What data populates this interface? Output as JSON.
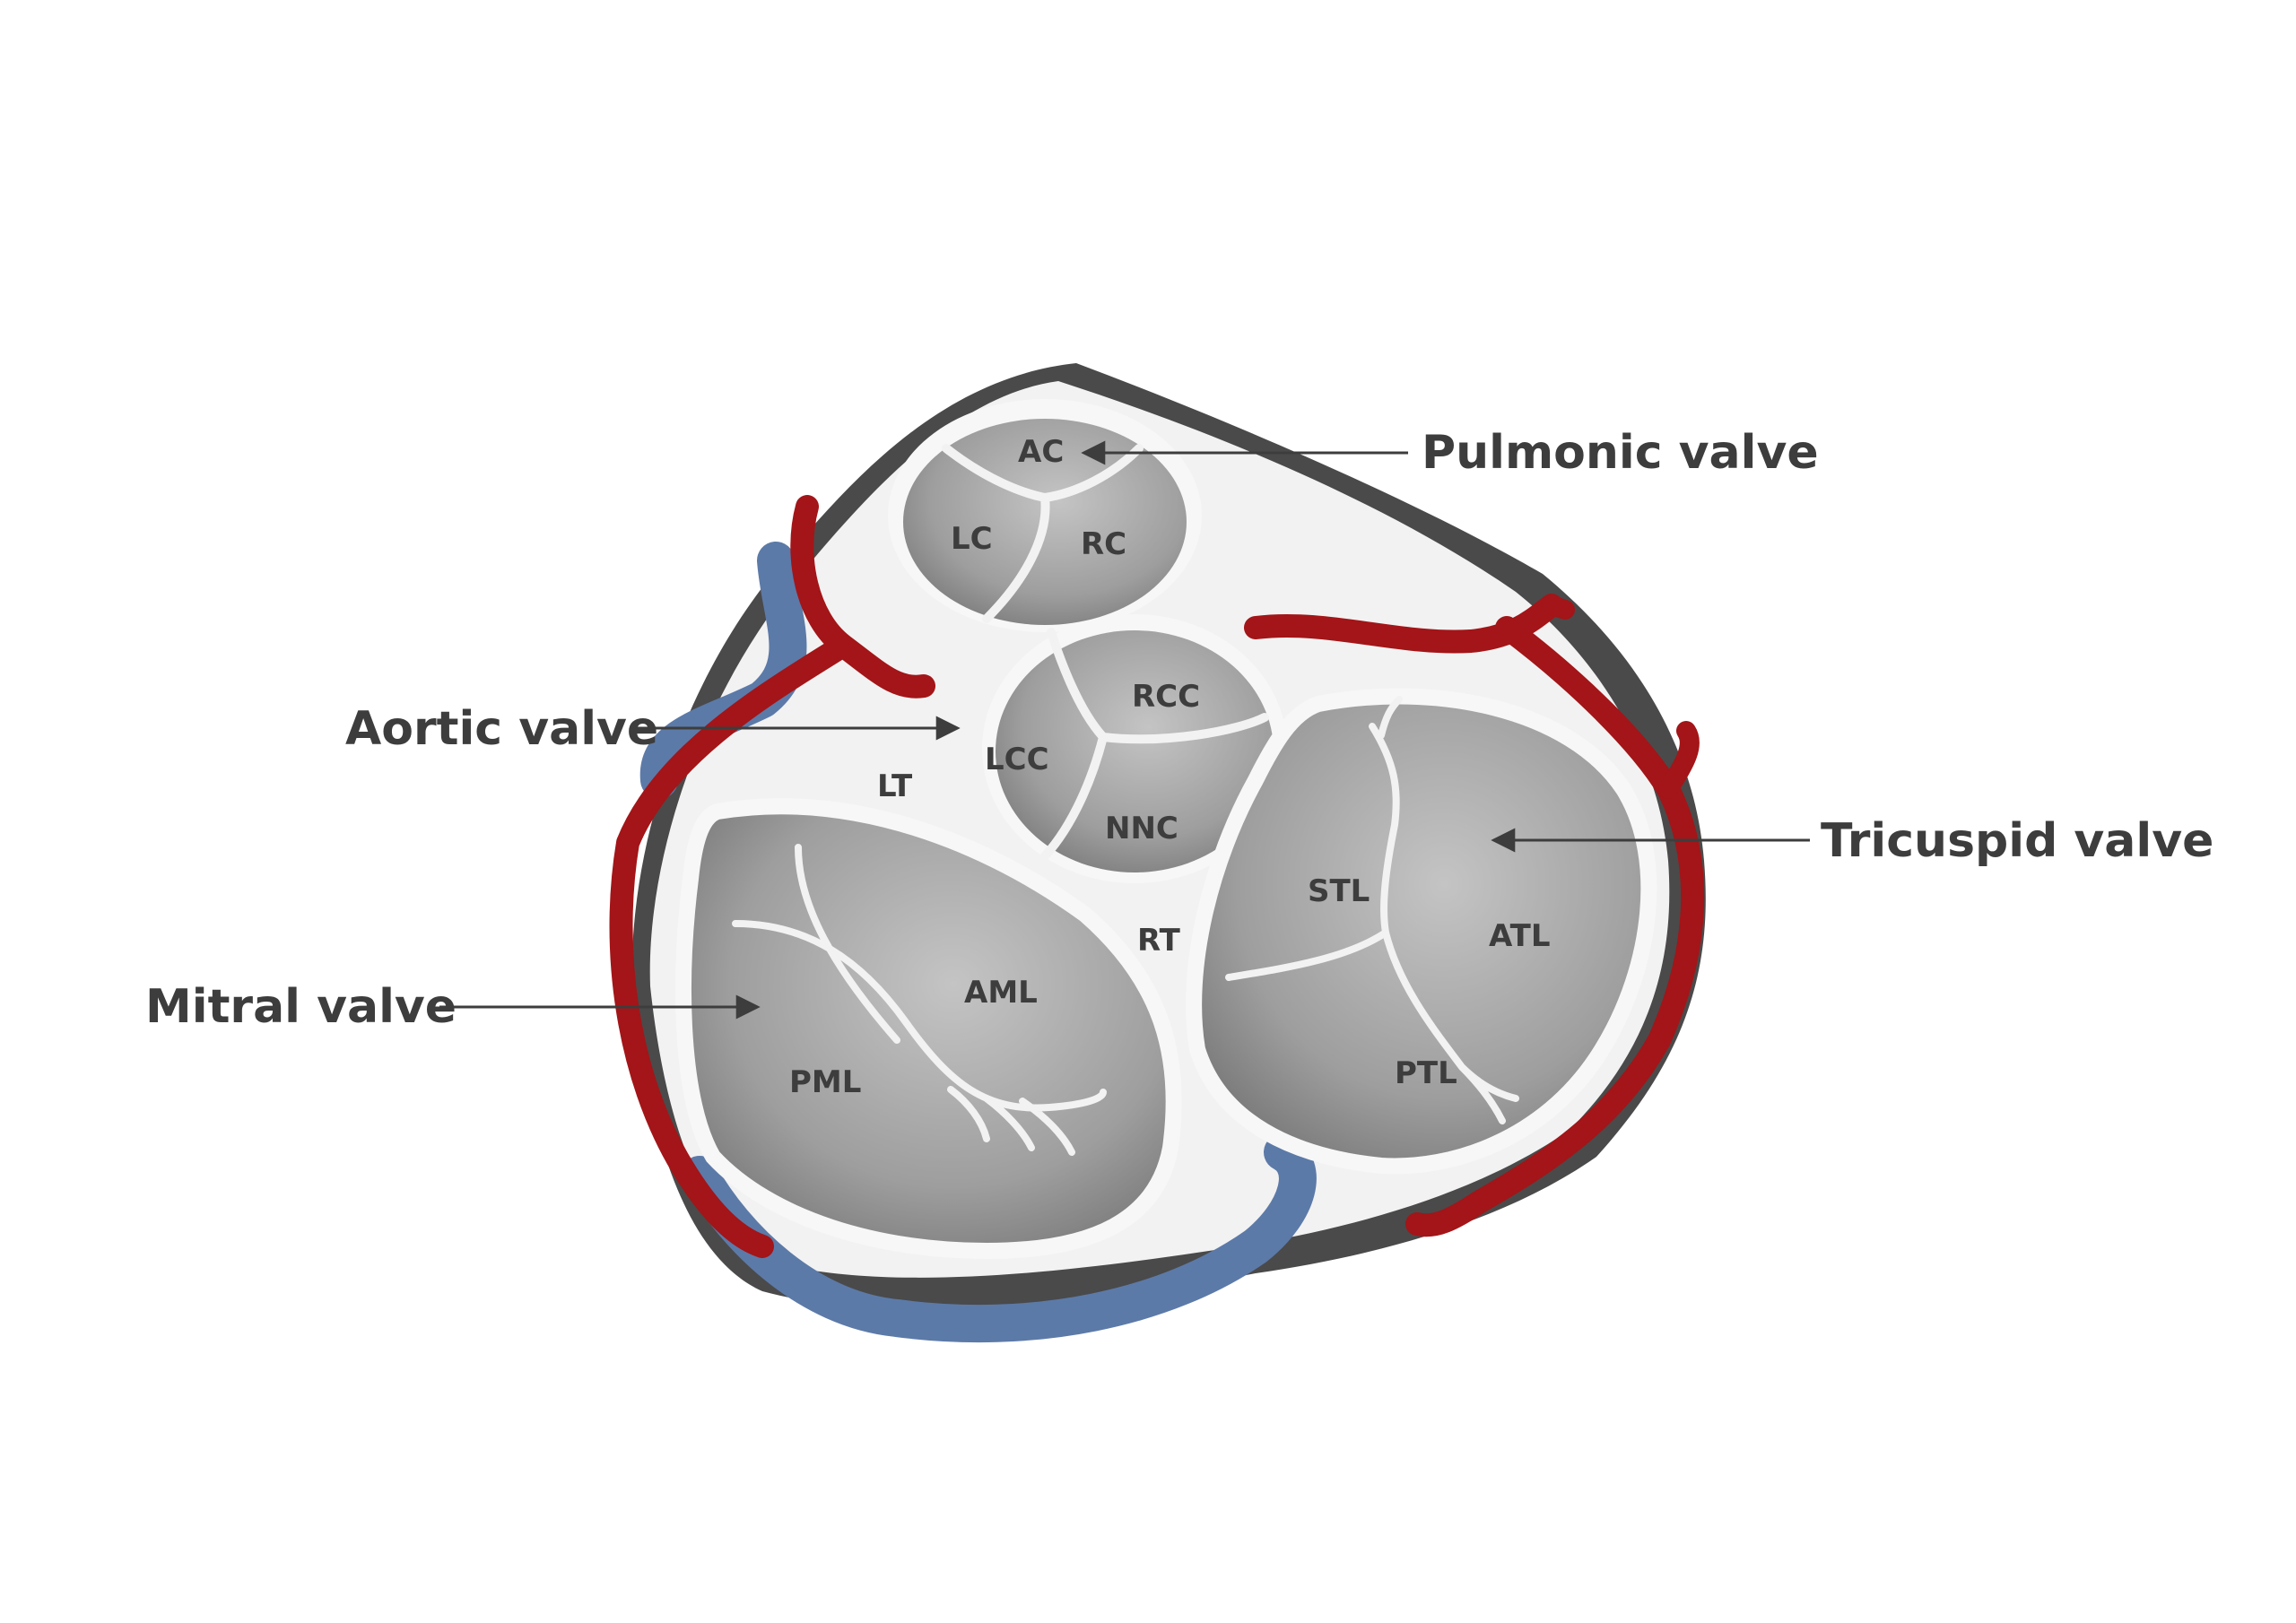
{
  "callouts": {
    "pulmonic": "Pulmonic valve",
    "aortic": "Aortic valve",
    "tricuspid": "Tricuspid valve",
    "mitral": "Mitral valve"
  },
  "leaflets": {
    "ac": "AC",
    "lc": "LC",
    "rc": "RC",
    "rcc": "RCC",
    "lcc": "LCC",
    "nnc": "NNC",
    "lt": "LT",
    "rt": "RT",
    "stl": "STL",
    "atl": "ATL",
    "ptl": "PTL",
    "aml": "AML",
    "pml": "PML"
  },
  "colors": {
    "outer_shadow": "#4a4a4a",
    "annulus": "#f2f2f2",
    "artery": "#a31518",
    "vein": "#5c7aa8",
    "leaflet": "#b3b3b3",
    "text": "#3d3d3d"
  }
}
